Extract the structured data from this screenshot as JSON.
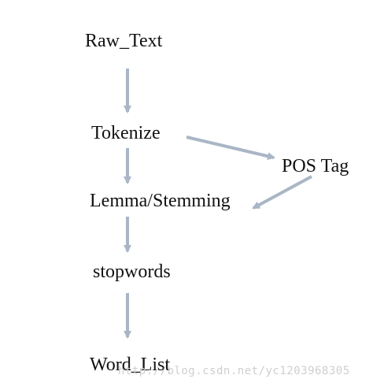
{
  "nodes": {
    "raw_text": "Raw_Text",
    "tokenize": "Tokenize",
    "pos_tag": "POS Tag",
    "lemma_stemming": "Lemma/Stemming",
    "stopwords": "stopwords",
    "word_list": "Word_List"
  },
  "watermark": "http://blog.csdn.net/yc1203968305",
  "colors": {
    "arrow": "#a9b6c5",
    "text": "#111111",
    "watermark": "#cfcfcf"
  }
}
